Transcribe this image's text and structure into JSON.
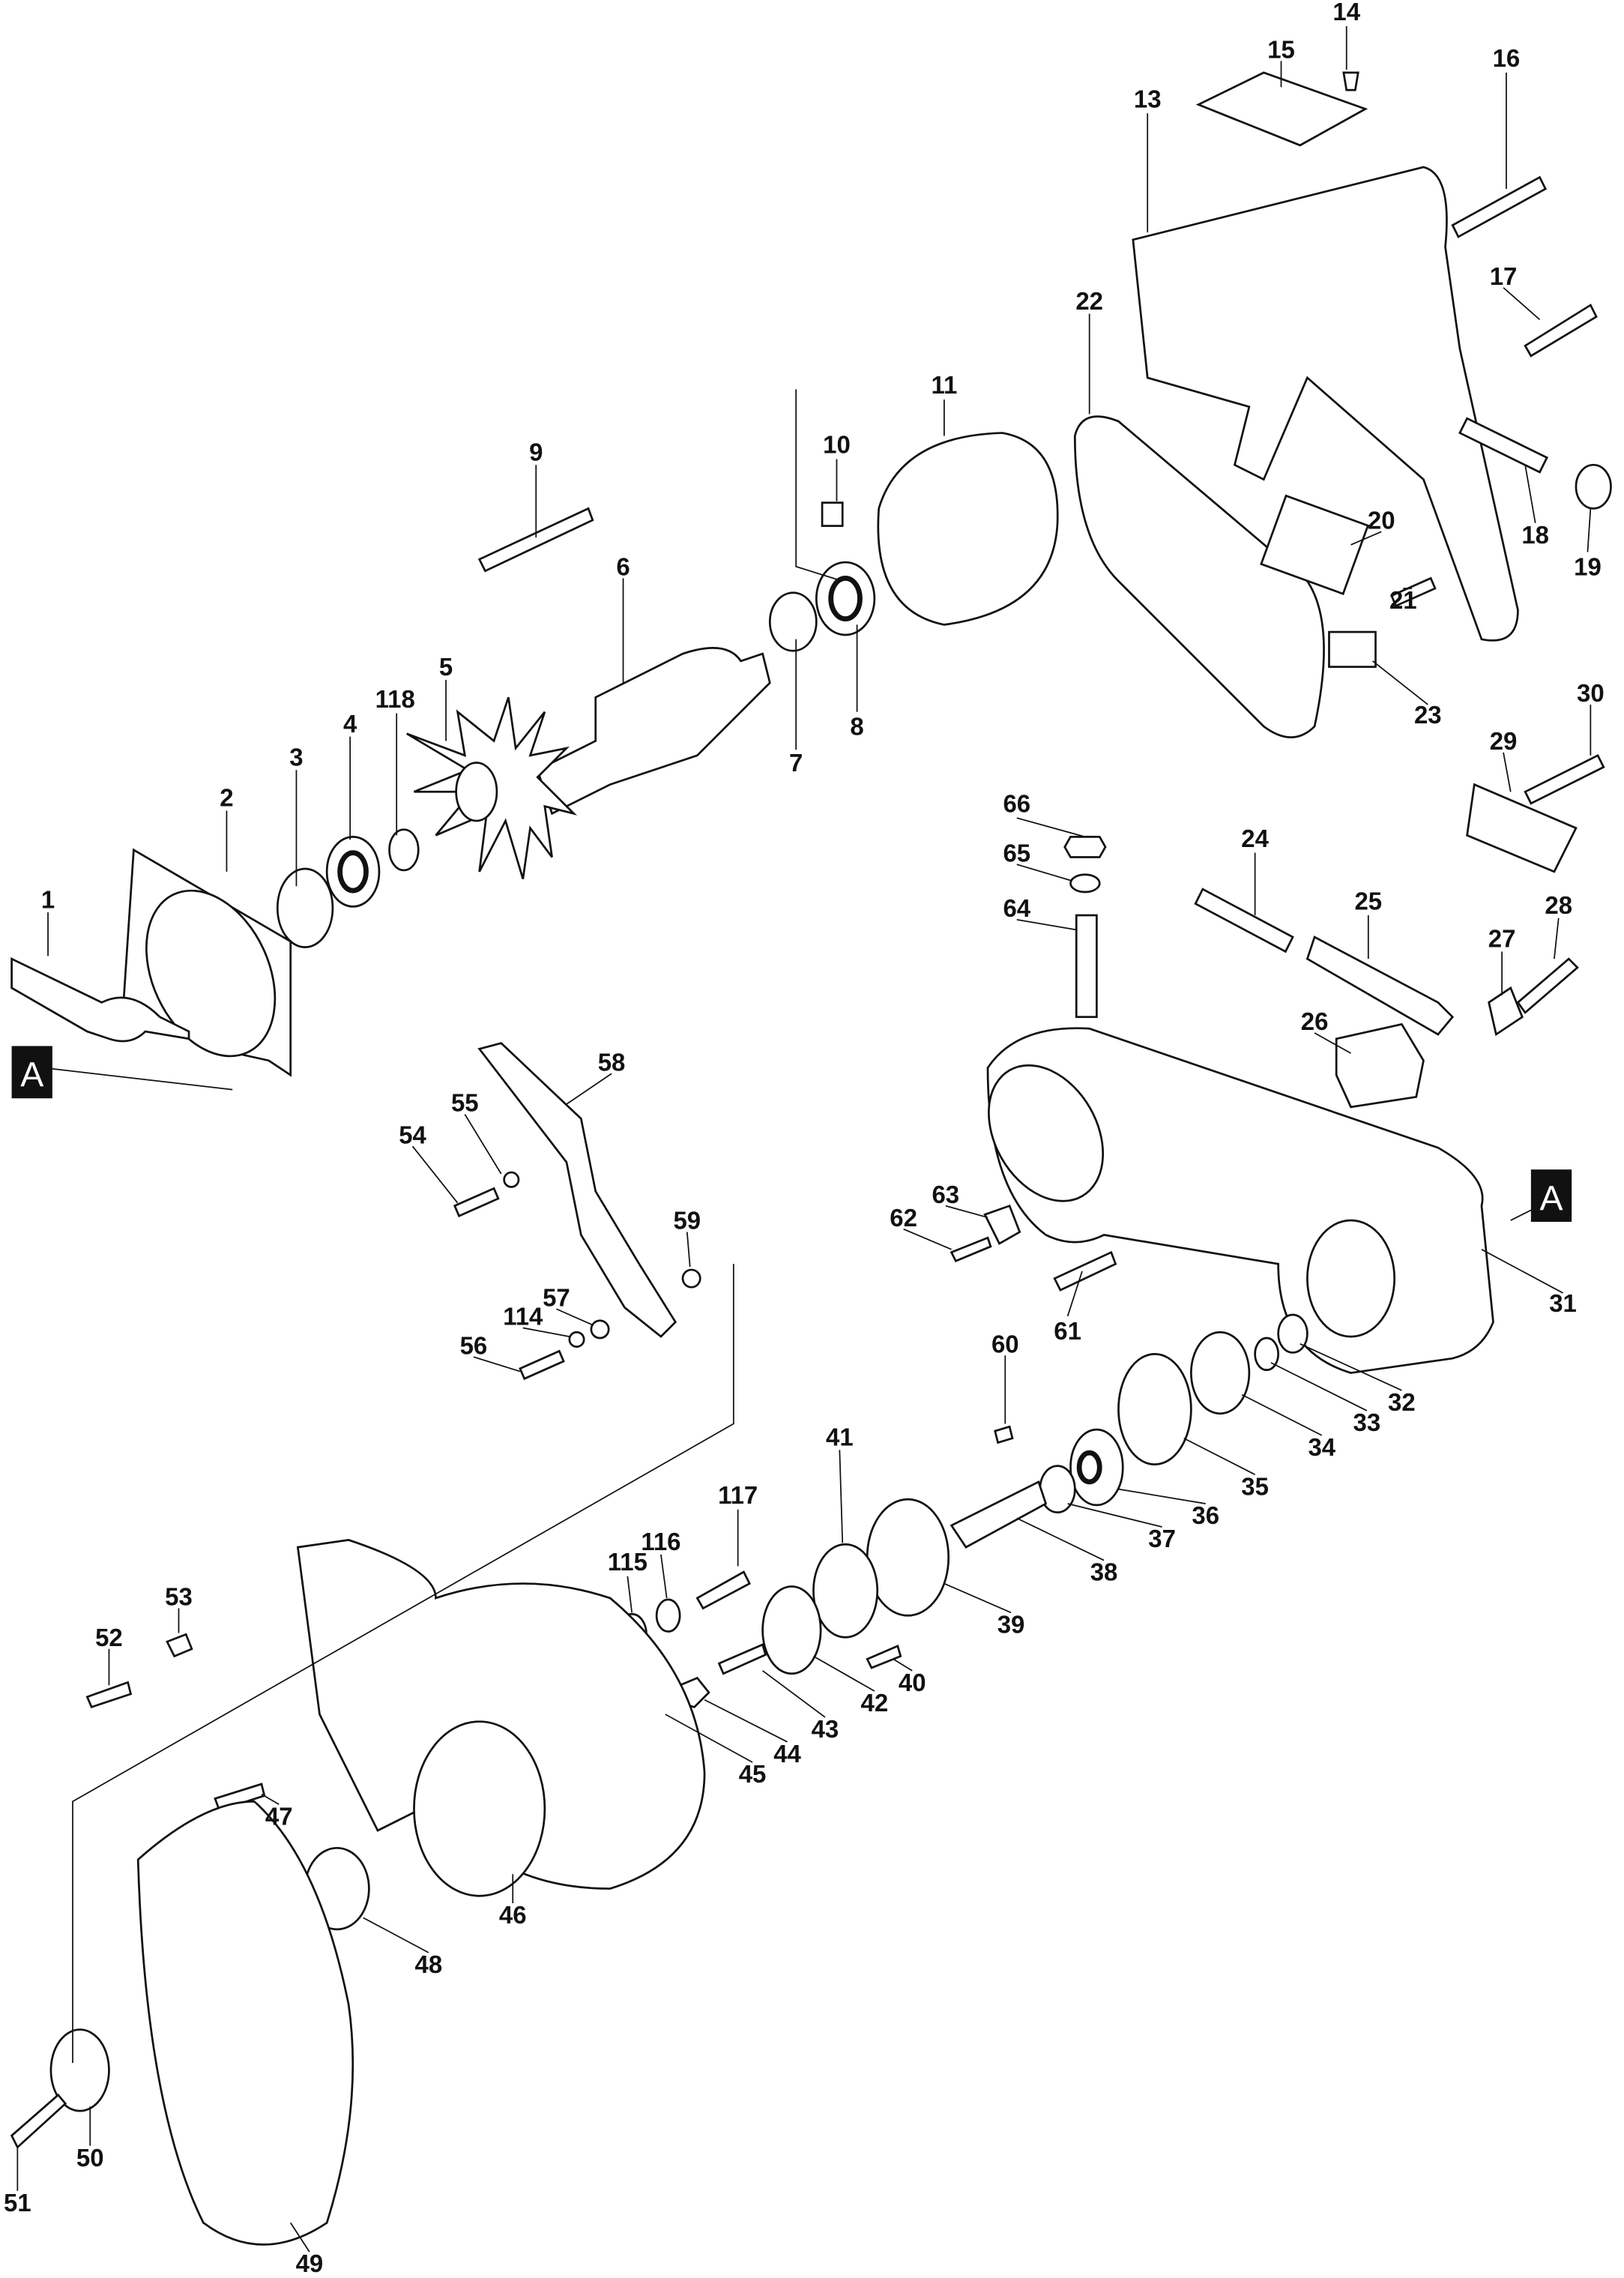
{
  "diagram": {
    "reference_marker": "A",
    "part_numbers": [
      "1",
      "2",
      "3",
      "4",
      "5",
      "6",
      "7",
      "8",
      "9",
      "10",
      "11",
      "13",
      "14",
      "15",
      "16",
      "17",
      "18",
      "19",
      "20",
      "21",
      "22",
      "23",
      "24",
      "25",
      "26",
      "27",
      "28",
      "29",
      "30",
      "31",
      "32",
      "33",
      "34",
      "35",
      "36",
      "37",
      "38",
      "39",
      "40",
      "41",
      "42",
      "43",
      "44",
      "45",
      "46",
      "47",
      "48",
      "49",
      "50",
      "51",
      "52",
      "53",
      "54",
      "55",
      "56",
      "57",
      "58",
      "59",
      "60",
      "61",
      "62",
      "63",
      "64",
      "65",
      "66",
      "114",
      "115",
      "116",
      "117",
      "118"
    ]
  }
}
